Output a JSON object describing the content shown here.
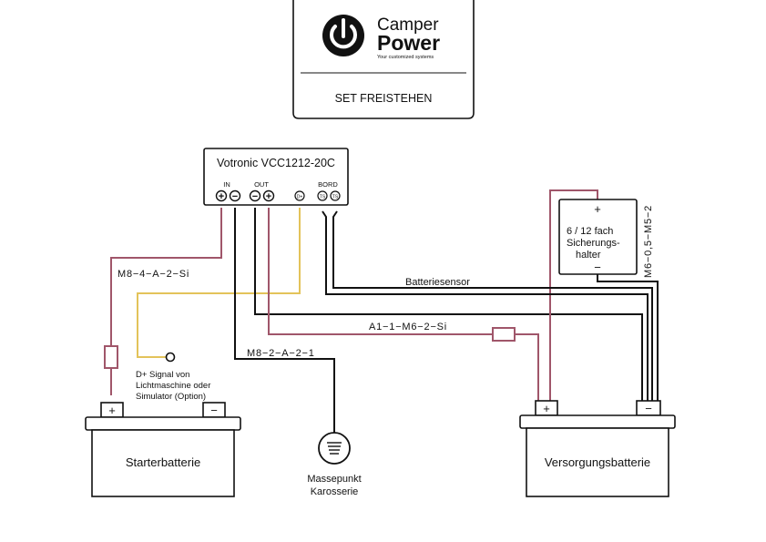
{
  "logo": {
    "brand_line1": "Camper",
    "brand_line2": "Power",
    "tagline": "Your customized systems",
    "set_label": "SET FREISTEHEN"
  },
  "device": {
    "name": "Votronic VCC1212-20C",
    "port_in": "IN",
    "port_out": "OUT",
    "port_bord": "BORD",
    "term_plus": "+",
    "term_minus": "−",
    "term_dplus": "D+",
    "term_ts": "TS"
  },
  "fuse_box": {
    "plus": "+",
    "line1": "6 / 12 fach",
    "line2": "Sicherungs-",
    "line3": "halter",
    "minus": "−",
    "cable_label": "M6−0,5−M5−2"
  },
  "cables": {
    "red_in": "M8−4−A−2−Si",
    "sensor": "Batteriesensor",
    "red_out": "A1−1−M6−2−Si",
    "ground": "M8−2−A−2−1"
  },
  "signal": {
    "line1": "D+ Signal von",
    "line2": "Lichtmaschine oder",
    "line3": "Simulator (Option)"
  },
  "starter_battery": {
    "name": "Starterbatterie",
    "plus": "+",
    "minus": "−"
  },
  "supply_battery": {
    "name": "Versorgungsbatterie",
    "plus": "+",
    "minus": "−"
  },
  "ground_point": {
    "line1": "Massepunkt",
    "line2": "Karosserie"
  },
  "colors": {
    "red_wire": "#a0566a",
    "yellow_wire": "#e3c35a",
    "black_wire": "#111111"
  }
}
